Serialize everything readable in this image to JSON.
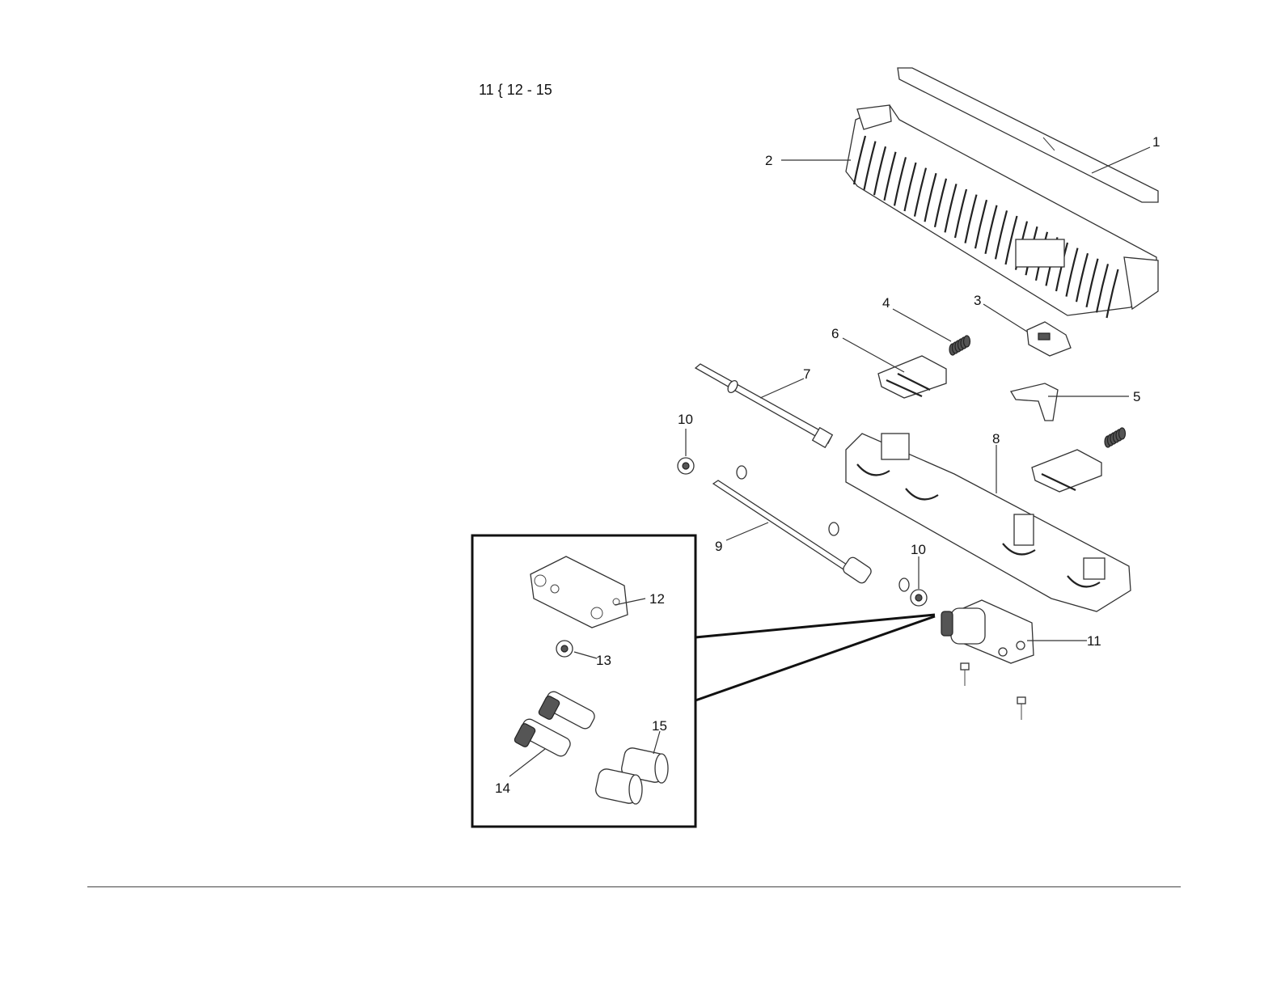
{
  "diagram": {
    "note": "11 { 12 - 15",
    "callouts": [
      "1",
      "2",
      "3",
      "4",
      "5",
      "6",
      "7",
      "8",
      "9",
      "10",
      "10",
      "11",
      "12",
      "13",
      "14",
      "15"
    ]
  }
}
